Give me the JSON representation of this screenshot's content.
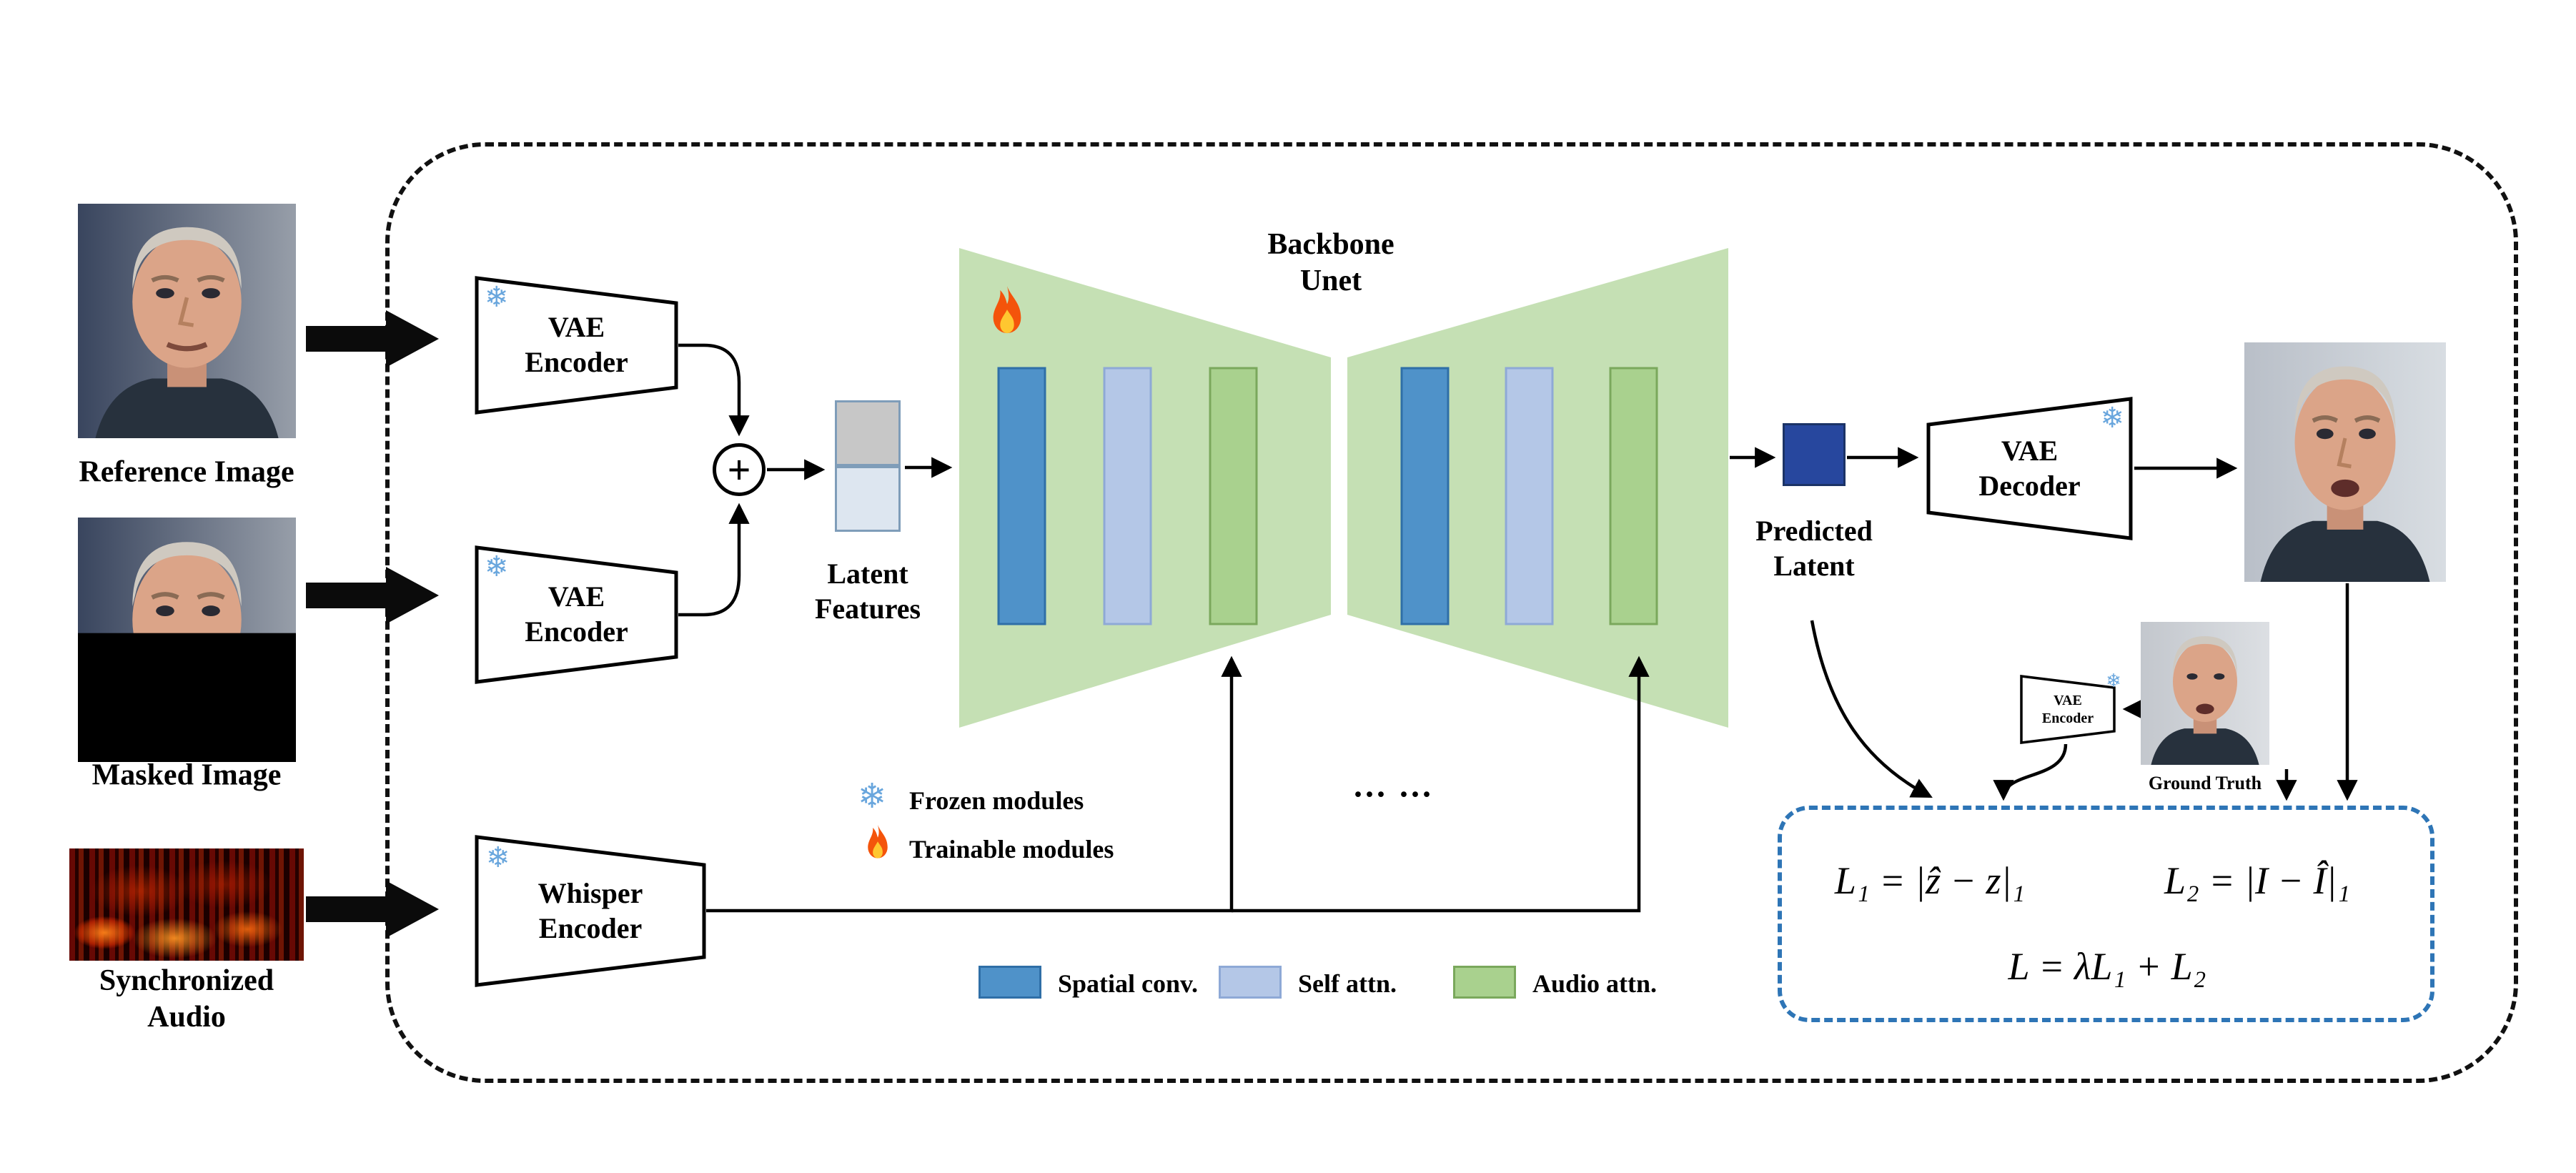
{
  "inputs": {
    "reference": {
      "label": "Reference Image"
    },
    "masked": {
      "label": "Masked Image"
    },
    "audio": {
      "label": "Synchronized\nAudio"
    }
  },
  "modules": {
    "vae_encoder_top": {
      "label": "VAE\nEncoder"
    },
    "vae_encoder_bottom": {
      "label": "VAE\nEncoder"
    },
    "whisper_encoder": {
      "label": "Whisper\nEncoder"
    },
    "backbone_unet": {
      "label": "Backbone\nUnet"
    },
    "vae_decoder": {
      "label": "VAE\nDecoder"
    },
    "vae_encoder_small": {
      "label": "VAE\nEncoder"
    }
  },
  "features": {
    "latent": {
      "label": "Latent\nFeatures"
    },
    "predicted": {
      "label": "Predicted\nLatent"
    }
  },
  "ground_truth_label": "Ground Truth",
  "operators": {
    "plus": "+",
    "ellipsis": "... ..."
  },
  "module_legend": {
    "frozen": {
      "icon": "❄",
      "label": "Frozen modules"
    },
    "trainable": {
      "label": "Trainable modules"
    }
  },
  "block_legend": [
    {
      "label": "Spatial conv.",
      "color": "#4f92c9"
    },
    {
      "label": "Self attn.",
      "color": "#b4c7e7"
    },
    {
      "label": "Audio attn.",
      "color": "#a9d18e"
    }
  ],
  "losses": {
    "l1": "L₁ = |ẑ − z|₁",
    "l2": "L₂ = |I − Î|₁",
    "total": "L = λL₁ + L₂"
  },
  "colors": {
    "unet_body": "#c5e0b4",
    "spatial_conv": "#4f92c9",
    "self_attn": "#b4c7e7",
    "audio_attn": "#a9d18e",
    "predicted_latent": "#27479e",
    "loss_box_border": "#2e75b6",
    "snowflake": "#69a6dd"
  }
}
